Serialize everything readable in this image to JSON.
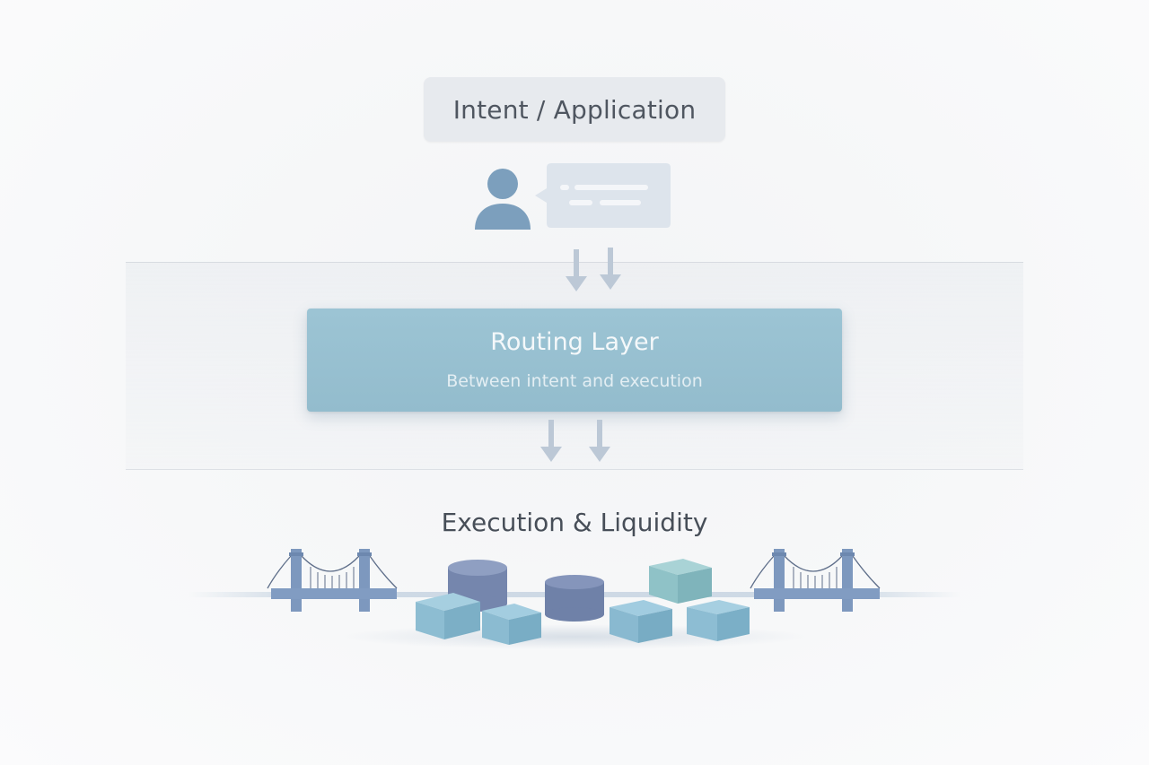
{
  "intent": {
    "title": "Intent / Application"
  },
  "routing": {
    "title": "Routing Layer",
    "subtitle": "Between intent and execution"
  },
  "execution": {
    "title": "Execution & Liquidity"
  },
  "colors": {
    "background": "#f6f7f8",
    "intent_box": "#e7eaee",
    "routing_box": "#97bfcf",
    "user_icon": "#7c9fbd",
    "arrow": "#bcc8d6",
    "bridge": "#7d98be",
    "cube_blue": "#89b8ce",
    "cube_teal": "#93c5c8",
    "cylinder": "#6f81a8"
  },
  "icons": [
    "user-icon",
    "chat-bubble-icon",
    "bridge-icon",
    "cube-icon",
    "cylinder-icon",
    "arrow-down-icon"
  ]
}
